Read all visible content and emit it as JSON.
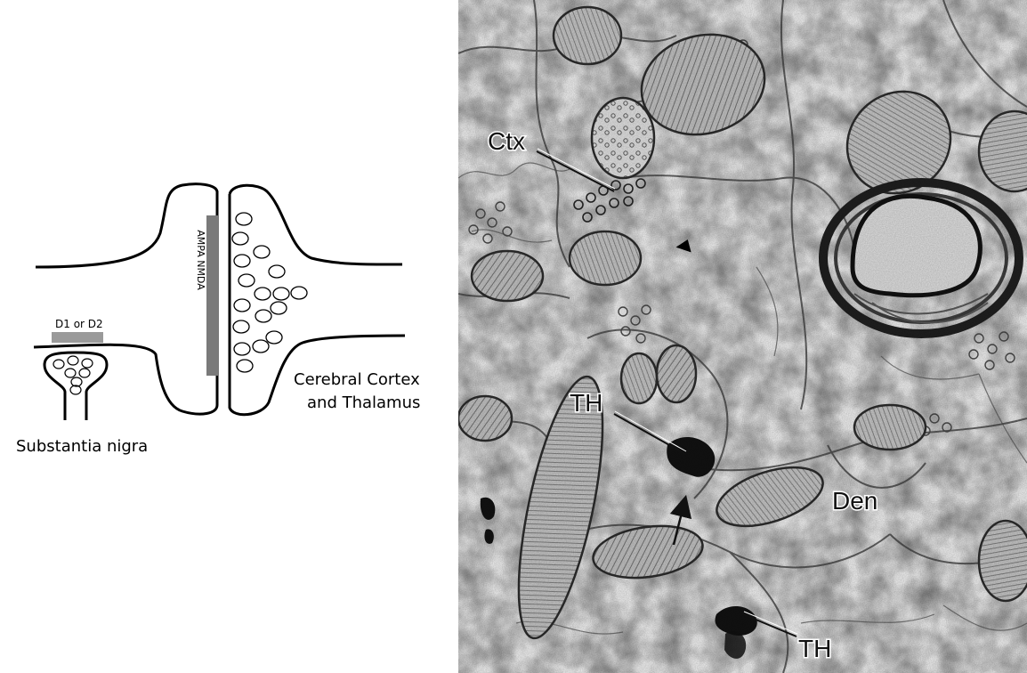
{
  "left_panel": {
    "receptor_label_glutamate": "AMPA NMDA",
    "receptor_label_dopamine": "D1 or D2",
    "caption_cortex_line1": "Cerebral Cortex",
    "caption_cortex_line2": "and Thalamus",
    "caption_nigra": "Substantia nigra"
  },
  "right_panel": {
    "label_ctx": "Ctx",
    "label_th_top": "TH",
    "label_den": "Den",
    "label_th_bottom": "TH"
  },
  "colors": {
    "receptor_glutamate": "#7a7a7a",
    "receptor_dopamine": "#9a9a9a",
    "micrograph_background": "#e4e4e4"
  }
}
